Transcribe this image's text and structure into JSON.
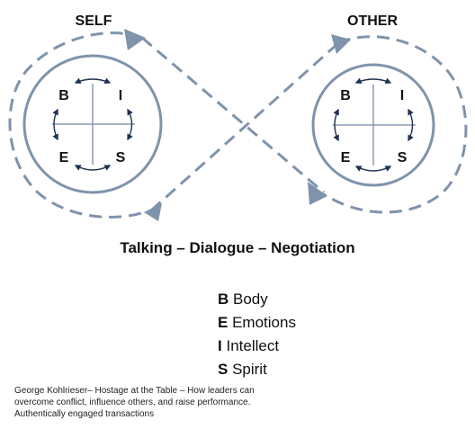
{
  "self_label": "SELF",
  "other_label": "OTHER",
  "quadrants": {
    "top_left": "B",
    "top_right": "I",
    "bottom_left": "E",
    "bottom_right": "S"
  },
  "subtitle": "Talking – Dialogue – Negotiation",
  "legend": [
    {
      "letter": "B",
      "word": "Body"
    },
    {
      "letter": "E",
      "word": "Emotions"
    },
    {
      "letter": "I",
      "word": "Intellect"
    },
    {
      "letter": "S",
      "word": "Spirit"
    }
  ],
  "citation": {
    "line1": "George Kohlrieser–  Hostage at the Table – How leaders can",
    "line2": "overcome conflict, influence others, and raise performance.",
    "line3": "Authentically engaged transactions"
  },
  "colors": {
    "loop": "#7f93ab",
    "circle": "#7f93ab",
    "cross": "#8a9cb3",
    "arrow": "#1f3150"
  }
}
